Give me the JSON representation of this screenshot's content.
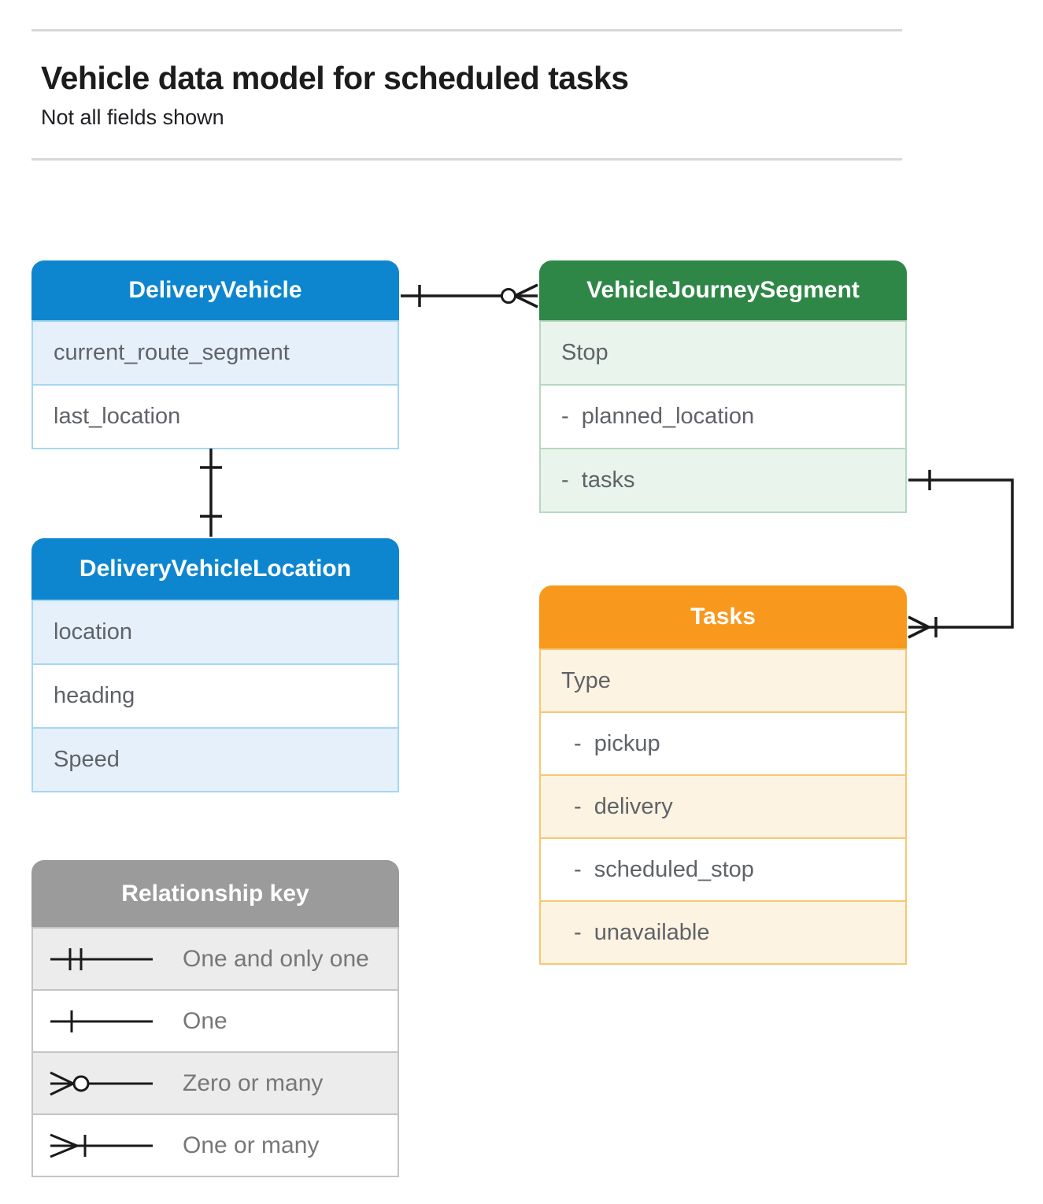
{
  "header": {
    "title": "Vehicle data model for scheduled tasks",
    "subtitle": "Not all fields shown"
  },
  "entities": {
    "delivery_vehicle": {
      "title": "DeliveryVehicle",
      "fields": [
        "current_route_segment",
        "last_location"
      ]
    },
    "vehicle_journey_segment": {
      "title": "VehicleJourneySegment",
      "fields": [
        "Stop",
        "-  planned_location",
        "-  tasks"
      ]
    },
    "delivery_vehicle_location": {
      "title": "DeliveryVehicleLocation",
      "fields": [
        "location",
        "heading",
        "Speed"
      ]
    },
    "tasks": {
      "title": "Tasks",
      "fields": [
        "Type",
        "-  pickup",
        "-  delivery",
        "-  scheduled_stop",
        "-  unavailable"
      ]
    }
  },
  "legend": {
    "title": "Relationship key",
    "items": [
      {
        "symbol": "one-and-only-one",
        "label": "One and only one"
      },
      {
        "symbol": "one",
        "label": "One"
      },
      {
        "symbol": "zero-or-many",
        "label": "Zero or many"
      },
      {
        "symbol": "one-or-many",
        "label": "One or many"
      }
    ]
  },
  "relationships": [
    {
      "from": "DeliveryVehicle",
      "to": "VehicleJourneySegment",
      "from_cardinality": "one",
      "to_cardinality": "zero-or-many"
    },
    {
      "from": "DeliveryVehicle",
      "to": "DeliveryVehicleLocation",
      "from_cardinality": "one",
      "to_cardinality": "one"
    },
    {
      "from": "VehicleJourneySegment.tasks",
      "to": "Tasks",
      "from_cardinality": "one",
      "to_cardinality": "one-or-many"
    }
  ],
  "colors": {
    "blue": "#0e86cf",
    "blue_light": "#e6f0fb",
    "blue_border": "#a4d7f5",
    "green": "#2e8746",
    "green_light": "#e9f4ec",
    "green_border": "#b6d9c0",
    "orange": "#f8981d",
    "orange_light": "#fdf3e2",
    "orange_border": "#f8c671",
    "gray": "#9b9b9b",
    "gray_light": "#ececec",
    "gray_border": "#c4c4c4",
    "connector": "#1a1a1a",
    "row_text": "#5f6368",
    "legend_text": "#777777"
  }
}
